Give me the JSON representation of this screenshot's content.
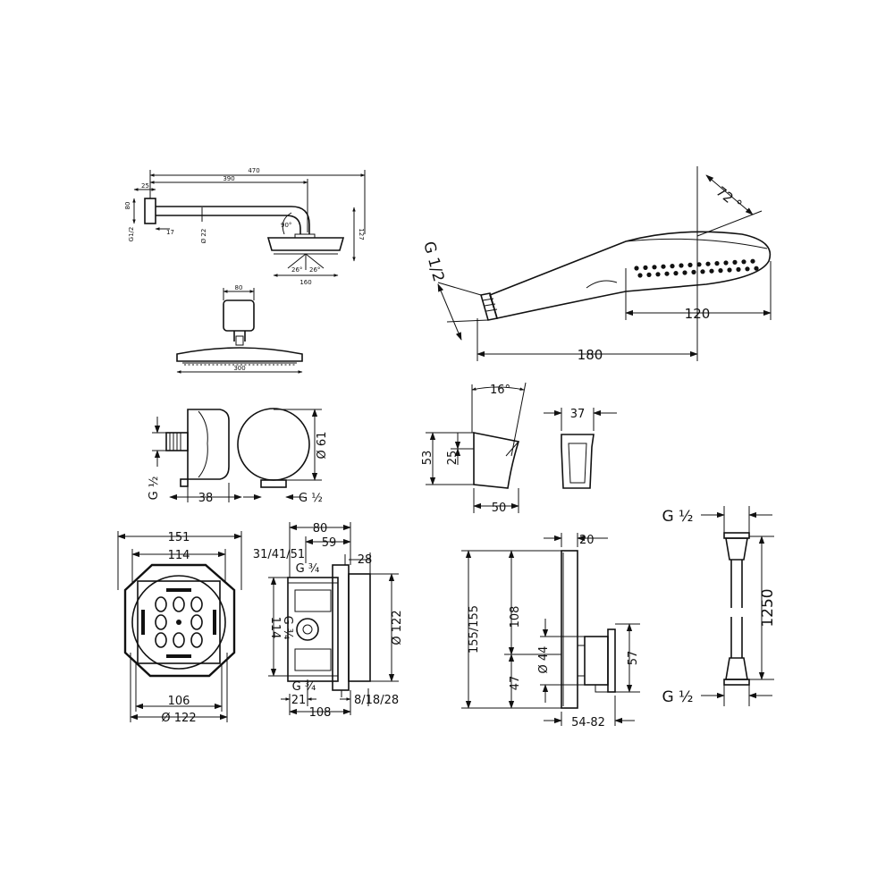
{
  "overhead_shower_side": {
    "d470": "470",
    "d390": "390",
    "d25": "25",
    "d80": "80",
    "d17": "17",
    "g12": "G1/2",
    "d22": "Ø 22",
    "d127": "127",
    "d160": "160",
    "a90": "90°",
    "a26": "26°",
    "a26b": "26°"
  },
  "overhead_shower_front": {
    "d80": "80",
    "d300": "300"
  },
  "hand_shower": {
    "g12": "G 1/2",
    "a72": "72 °",
    "d120": "120",
    "d180": "180"
  },
  "outlet": {
    "g12_left": "G ½",
    "g12_right": "G ½",
    "d38": "38",
    "d61": "Ø 61"
  },
  "holder": {
    "a16": "16°",
    "d53": "53",
    "d25": "25",
    "d50": "50",
    "d37": "37"
  },
  "ibox_plate": {
    "d151": "151",
    "d114": "114",
    "d106": "106",
    "d122": "Ø 122"
  },
  "ibox_side": {
    "d80": "80",
    "d59": "59",
    "d315": "31/41/51",
    "g34_top": "G ¾",
    "d28": "28",
    "d114": "114",
    "g34_mid": "G ¾",
    "d122": "Ø 122",
    "g34_bot": "G ¾",
    "d21": "21",
    "d81828": "8/18/28",
    "d108": "108"
  },
  "thermostat": {
    "d20": "20",
    "d155": "155/155",
    "d108": "108",
    "d44": "Ø 44",
    "d47": "47",
    "d57": "57",
    "d5482": "54-82"
  },
  "hose": {
    "g12_top": "G ½",
    "g12_bot": "G ½",
    "d1250": "1250"
  }
}
